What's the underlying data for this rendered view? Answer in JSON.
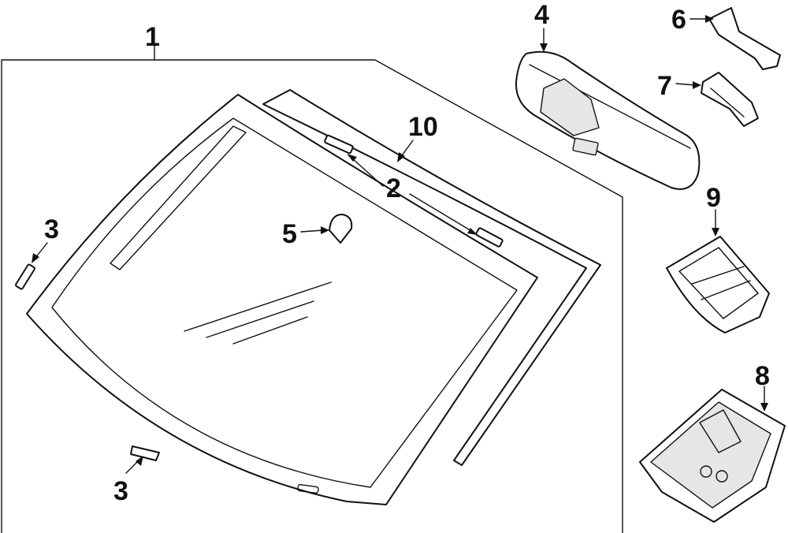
{
  "callouts": {
    "c1": "1",
    "c2": "2",
    "c3_left": "3",
    "c3_bottom": "3",
    "c4": "4",
    "c5": "5",
    "c6": "6",
    "c7": "7",
    "c8": "8",
    "c9": "9",
    "c10": "10"
  },
  "colors": {
    "line": "#111111",
    "background": "#ffffff"
  }
}
